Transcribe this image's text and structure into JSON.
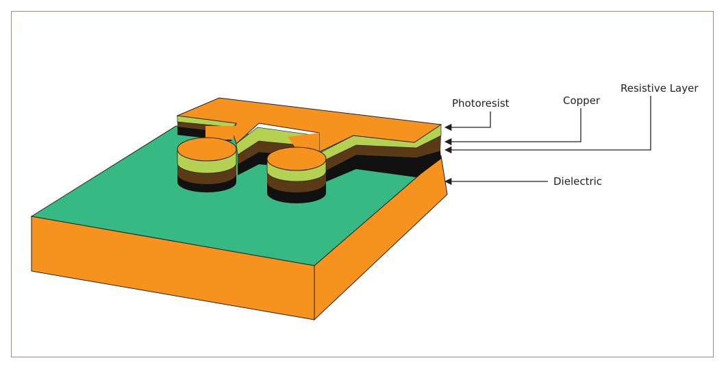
{
  "diagram": {
    "labels": {
      "photoresist": "Photoresist",
      "copper": "Copper",
      "resistive_layer": "Resistive Layer",
      "dielectric": "Dielectric"
    },
    "colors": {
      "orange": "#f6921e",
      "photoresist": "#b5d152",
      "copper": "#5b3a17",
      "resistive": "#111111",
      "dielectric_top": "#36b982",
      "outline": "#231f20",
      "frame": "#9a8a7e"
    }
  }
}
